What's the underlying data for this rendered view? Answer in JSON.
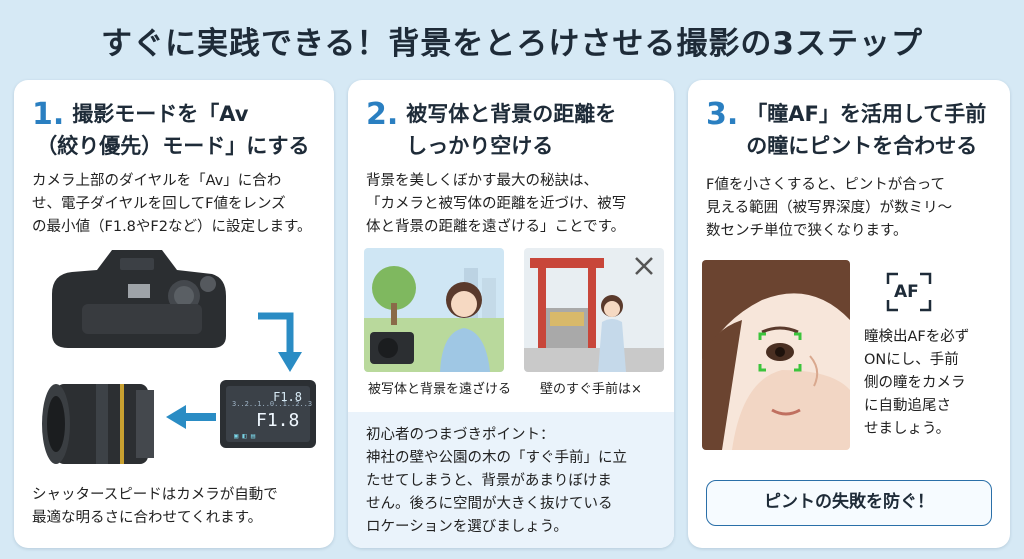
{
  "title": "すぐに実践できる！背景をとろけさせる撮影の3ステップ",
  "step1": {
    "num": "1.",
    "title_lines": [
      "撮影モードを「Av",
      "（絞り優先）モード」にする"
    ],
    "body_lines": [
      "カメラ上部のダイヤルを「Av」に合わ",
      "せ、電子ダイヤルを回してF値をレンズ",
      "の最小値（F1.8やF2など）に設定します。"
    ],
    "lcd_top": "F1.8",
    "lcd_big": "F1.8",
    "footer_lines": [
      "シャッタースピードはカメラが自動で",
      "最適な明るさに合わせてくれます。"
    ]
  },
  "step2": {
    "num": "2.",
    "title_lines": [
      "被写体と背景の距離を",
      "しっかり空ける"
    ],
    "body_lines": [
      "背景を美しくぼかす最大の秘訣は、",
      "「カメラと被写体の距離を近づけ、被写",
      "体と背景の距離を遠ざける」ことです。"
    ],
    "caption_good": "被写体と背景を遠ざける",
    "caption_bad": "壁のすぐ手前は×",
    "tip_lines": [
      "初心者のつまづきポイント：",
      "神社の壁や公園の木の「すぐ手前」に立",
      "たせてしまうと、背景があまりぼけま",
      "せん。後ろに空間が大きく抜けている",
      "ロケーションを選びましょう。"
    ]
  },
  "step3": {
    "num": "3.",
    "title_lines": [
      "「瞳AF」を活用して手前",
      "の瞳にピントを合わせる"
    ],
    "body_lines": [
      "F値を小さくすると、ピントが合って",
      "見える範囲（被写界深度）が数ミリ〜",
      "数センチ単位で狭くなります。"
    ],
    "af_label": "AF",
    "side_lines": [
      "瞳検出AFを必ず",
      "ONにし、手前",
      "側の瞳をカメラ",
      "に自動追尾さ",
      "せましょう。"
    ],
    "banner": "ピントの失敗を防ぐ！"
  },
  "colors": {
    "accent": "#2a7fc1",
    "background": "#d6e9f5",
    "tip_bg": "#eaf3fb",
    "af_green": "#3cc43c"
  }
}
